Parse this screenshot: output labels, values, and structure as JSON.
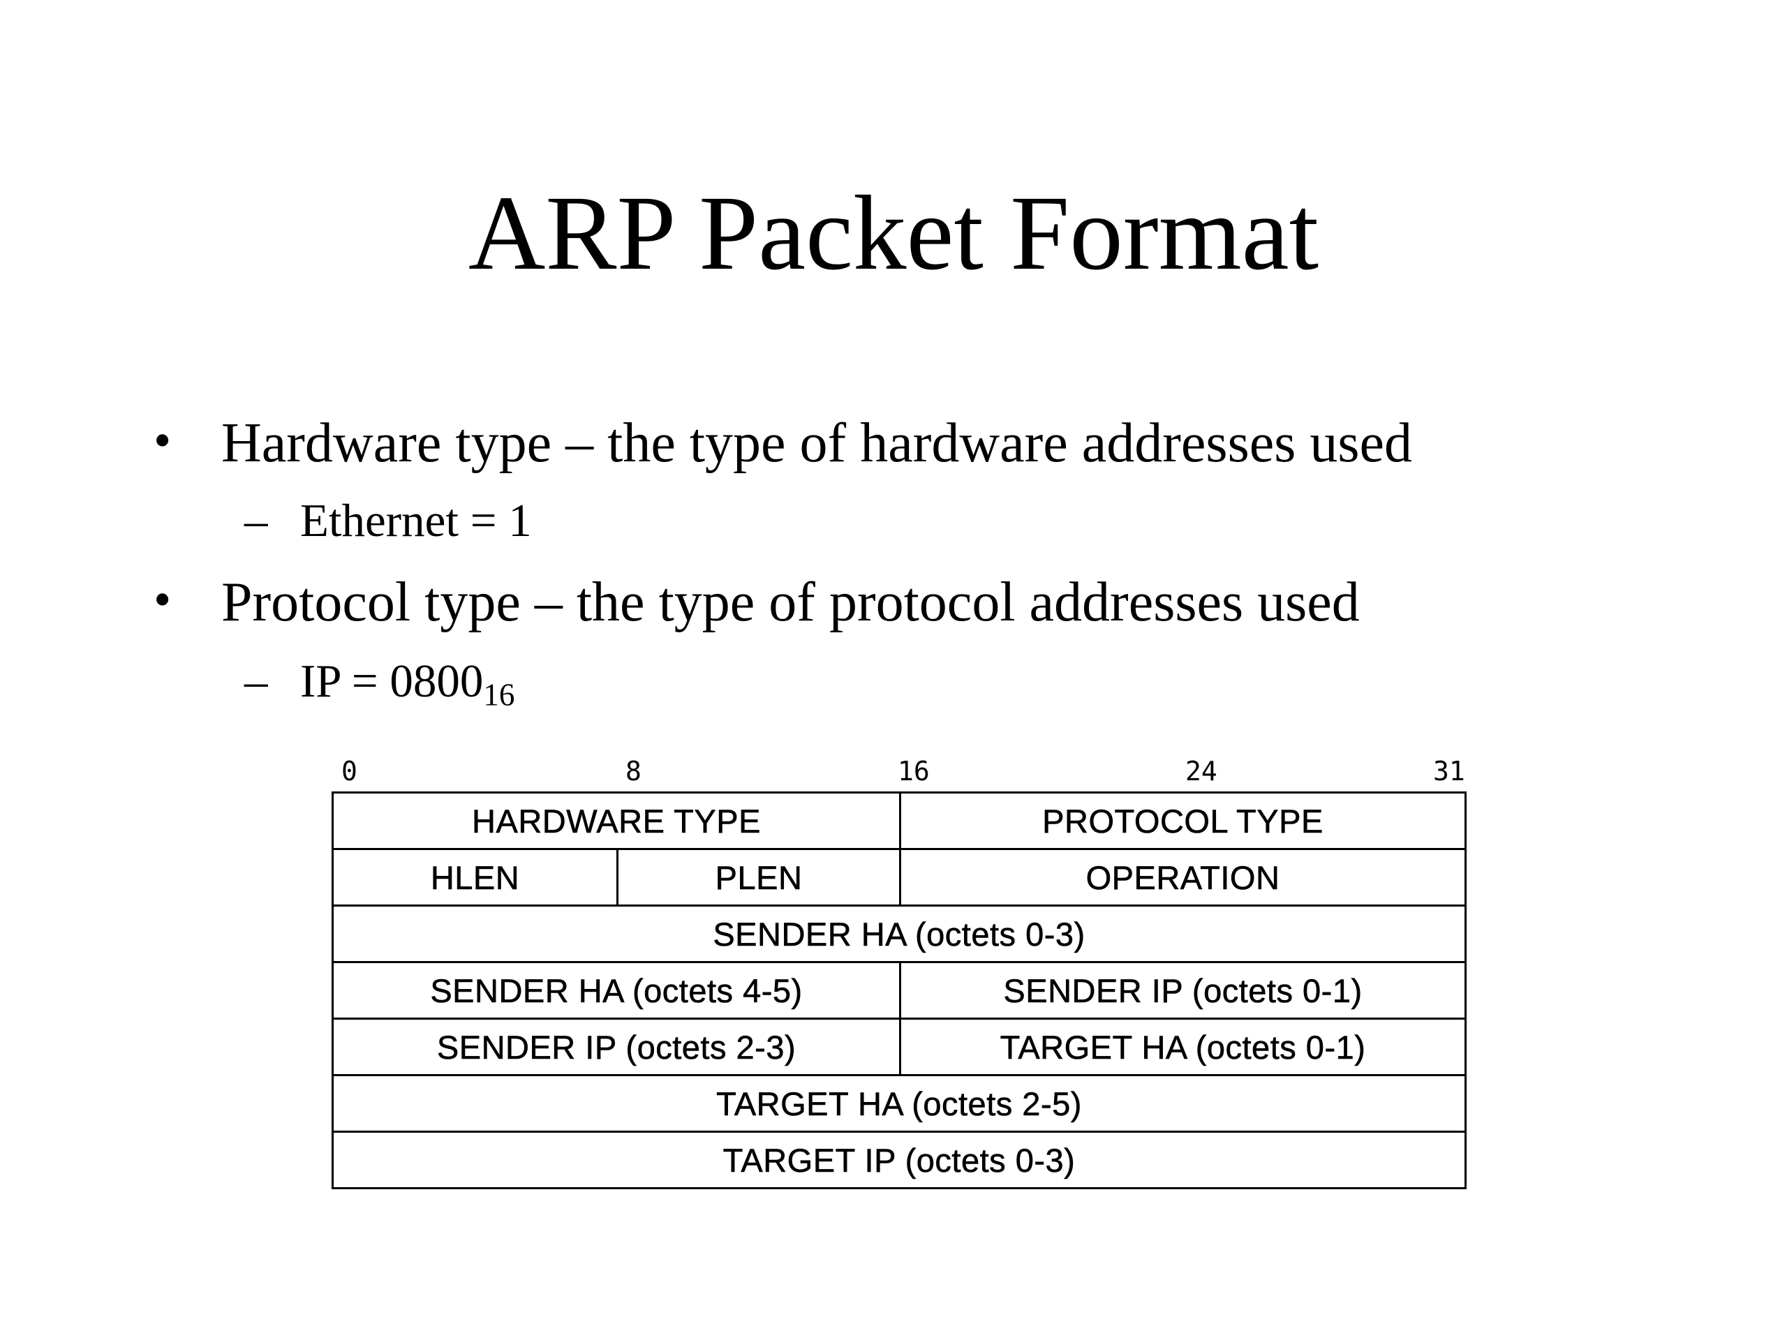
{
  "title": "ARP Packet Format",
  "bullets": [
    {
      "text": "Hardware type – the type of hardware addresses used",
      "sub": {
        "text": "Ethernet = 1",
        "subscript": ""
      }
    },
    {
      "text": "Protocol type – the type of protocol addresses used",
      "sub": {
        "text": "IP = 0800",
        "subscript": "16"
      }
    }
  ],
  "bullet_symbol": "•",
  "dash_symbol": "–",
  "diagram": {
    "bit_labels": [
      "0",
      "8",
      "16",
      "24",
      "31"
    ],
    "rows": [
      [
        {
          "label": "HARDWARE TYPE",
          "bits": 16
        },
        {
          "label": "PROTOCOL TYPE",
          "bits": 16
        }
      ],
      [
        {
          "label": "HLEN",
          "bits": 8
        },
        {
          "label": "PLEN",
          "bits": 8
        },
        {
          "label": "OPERATION",
          "bits": 16
        }
      ],
      [
        {
          "label": "SENDER HA (octets 0-3)",
          "bits": 32
        }
      ],
      [
        {
          "label": "SENDER HA (octets 4-5)",
          "bits": 16
        },
        {
          "label": "SENDER IP (octets 0-1)",
          "bits": 16
        }
      ],
      [
        {
          "label": "SENDER IP (octets 2-3)",
          "bits": 16
        },
        {
          "label": "TARGET HA (octets 0-1)",
          "bits": 16
        }
      ],
      [
        {
          "label": "TARGET HA (octets 2-5)",
          "bits": 32
        }
      ],
      [
        {
          "label": "TARGET IP (octets 0-3)",
          "bits": 32
        }
      ]
    ]
  }
}
